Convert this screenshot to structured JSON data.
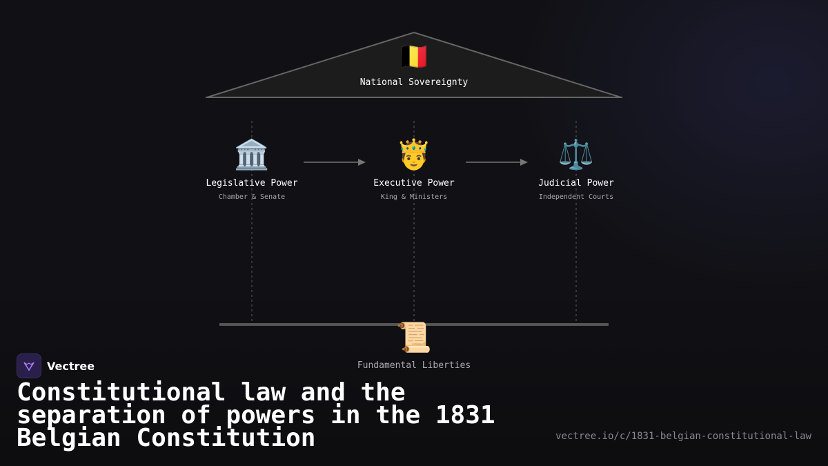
{
  "diagram": {
    "sovereignty": {
      "icon": "belgian-flag-icon",
      "emoji": "🇧🇪",
      "label": "National Sovereignty"
    },
    "powers": [
      {
        "icon": "classical-building-icon",
        "emoji": "🏛️",
        "title": "Legislative Power",
        "subtitle": "Chamber & Senate"
      },
      {
        "icon": "crowned-person-icon",
        "emoji": "🤴",
        "title": "Executive Power",
        "subtitle": "King & Ministers"
      },
      {
        "icon": "balance-scale-icon",
        "emoji": "⚖️",
        "title": "Judicial Power",
        "subtitle": "Independent Courts"
      }
    ],
    "foundation": {
      "icon": "scroll-icon",
      "emoji": "📜",
      "label": "Fundamental Liberties"
    }
  },
  "brand": {
    "name": "Vectree",
    "logo_icon": "vectree-logo-icon"
  },
  "title": "Constitutional law and the separation of powers in the 1831 Belgian Constitution",
  "url": "vectree.io/c/1831-belgian-constitutional-law",
  "colors": {
    "background": "#111115",
    "roof_fill": "#1c1c1c",
    "roof_stroke": "#666666",
    "text_muted": "#aaaaaa",
    "arrow": "#777777"
  }
}
